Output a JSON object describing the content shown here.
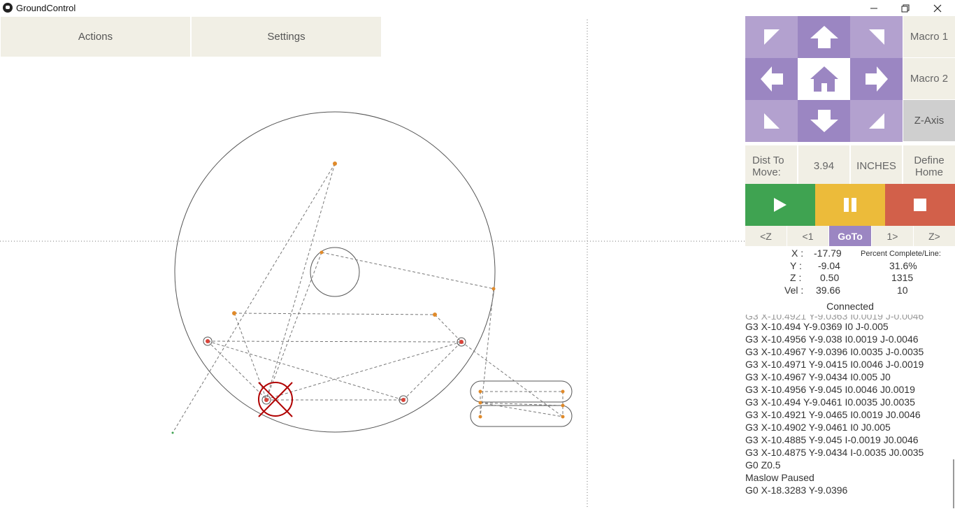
{
  "window": {
    "title": "GroundControl",
    "controls": {
      "minimize": "—",
      "restore": "❐",
      "close": "✕"
    }
  },
  "menu": {
    "actions_label": "Actions",
    "settings_label": "Settings"
  },
  "side_panel": {
    "macro1": "Macro 1",
    "macro2": "Macro 2",
    "zaxis": "Z-Axis",
    "dist_label": "Dist To Move:",
    "dist_value": "3.94",
    "units": "INCHES",
    "define_home": "Define Home"
  },
  "controls": {
    "play_color": "#3fa351",
    "pause_color": "#ecbb3a",
    "stop_color": "#d2604a"
  },
  "line_nav": {
    "z_back": "<Z",
    "line_back": "<1",
    "goto": "GoTo",
    "line_fwd": "1>",
    "z_fwd": "Z>"
  },
  "readout": {
    "x_label": "X :",
    "x_value": "-17.79",
    "y_label": "Y :",
    "y_value": "-9.04",
    "z_label": "Z :",
    "z_value": "0.50",
    "vel_label": "Vel :",
    "vel_value": "39.66",
    "percent_label": "Percent Complete/Line:",
    "percent_value": "31.6%",
    "line_value": "1315",
    "extra_value": "10",
    "status": "Connected"
  },
  "gcode_lines": [
    "G3 X-10.494 Y-9.0369 I0 J-0.005",
    "G3 X-10.4956 Y-9.038 I0.0019 J-0.0046",
    "G3 X-10.4967 Y-9.0396 I0.0035 J-0.0035",
    "G3 X-10.4971 Y-9.0415 I0.0046 J-0.0019",
    "G3 X-10.4967 Y-9.0434 I0.005 J0",
    "G3 X-10.4956 Y-9.045 I0.0046 J0.0019",
    "G3 X-10.494 Y-9.0461 I0.0035 J0.0035",
    "G3 X-10.4921 Y-9.0465 I0.0019 J0.0046",
    "G3 X-10.4902 Y-9.0461 I0 J0.005",
    "G3 X-10.4885 Y-9.045 I-0.0019 J0.0046",
    "G3 X-10.4875 Y-9.0434 I-0.0035 J0.0035",
    "G0 Z0.5",
    "Maslow Paused",
    "G0 X-18.3283 Y-9.0396"
  ]
}
